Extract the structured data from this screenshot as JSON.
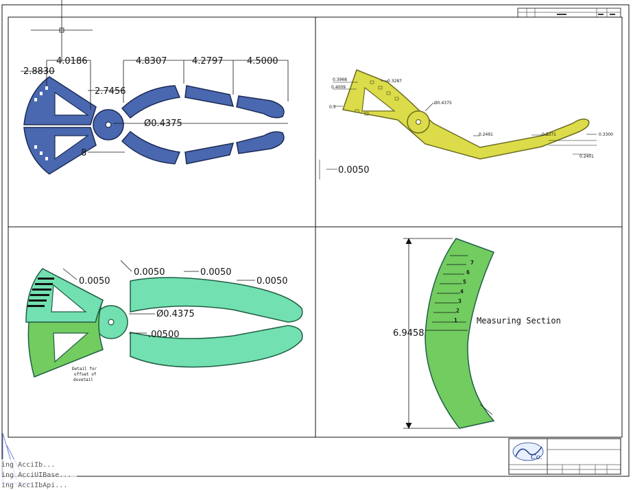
{
  "colors": {
    "blue_part": "#4a68b0",
    "yellow_part": "#dcdc4a",
    "teal_part": "#72e0b0",
    "green_part": "#72cc60",
    "line": "#111111",
    "status_text": "#555555"
  },
  "views": {
    "top_left": {
      "dims": [
        "2.8830",
        "4.0186",
        "4.8307",
        "4.2797",
        "4.5000",
        "2.7456",
        "Ø0.4375",
        "8"
      ]
    },
    "top_right": {
      "dims_small": [
        "0.3968",
        "0.4009",
        "0.3",
        "0.3287",
        "Ø0.4375",
        "0.2491",
        "0.3371",
        "0.3300",
        "0.2401"
      ],
      "dim_tolerance": "0.0050"
    },
    "bottom_left": {
      "dims": [
        "0.0050",
        "0.0050",
        "0.0050",
        "0.0050",
        "Ø0.4375",
        ".00500"
      ],
      "detail_note": [
        "Detail for",
        "offset of",
        "dovetail"
      ]
    },
    "bottom_right": {
      "height_dim": "6.9458",
      "label": "Measuring Section",
      "scale_ticks": [
        "1",
        "2",
        "3",
        "4",
        "5",
        "6",
        "7"
      ]
    }
  },
  "status_bar": {
    "lines": [
      "ing AcciIb...",
      "ing AcciUIBase...",
      "ing AcciIbApi..."
    ]
  },
  "title_block": {
    "logo_text": "Co."
  },
  "icons": {
    "crosshair": "crosshair-icon",
    "ucs": "ucs-icon"
  }
}
